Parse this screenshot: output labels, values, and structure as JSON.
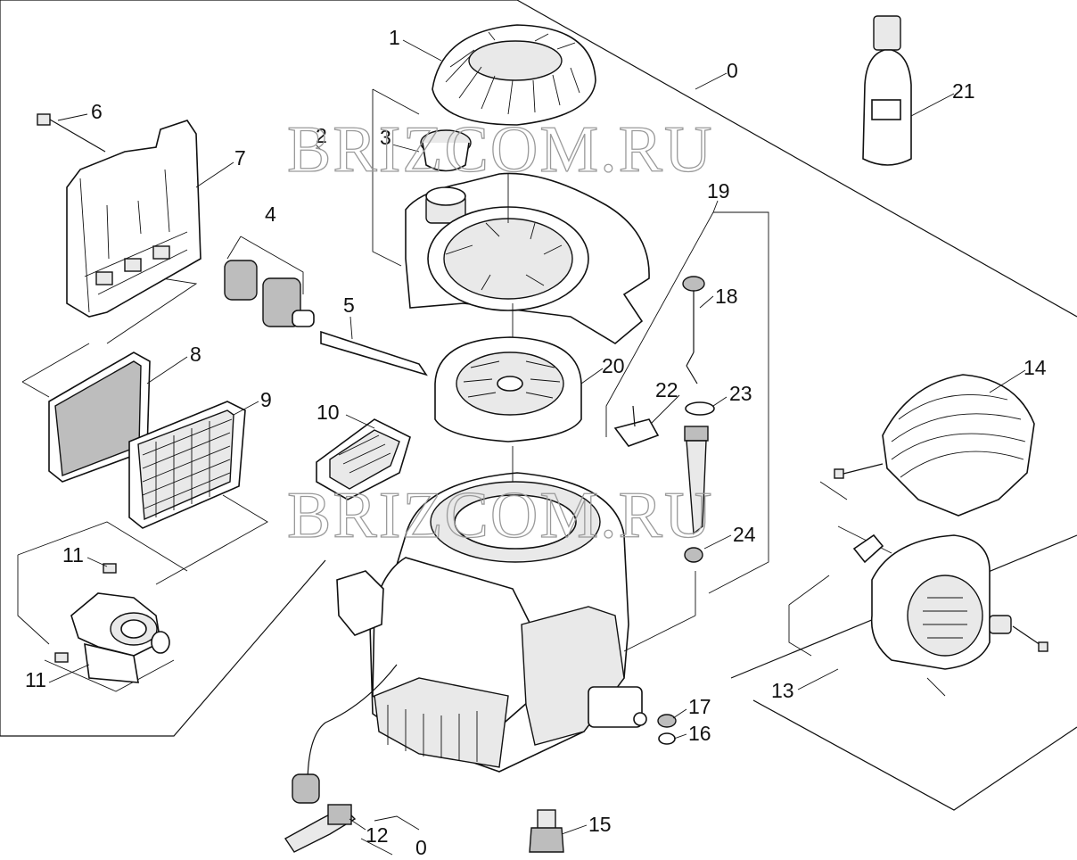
{
  "watermark": "BRIZCOM.RU",
  "callouts": [
    {
      "id": "1",
      "text": "1"
    },
    {
      "id": "0a",
      "text": "0"
    },
    {
      "id": "2",
      "text": "2"
    },
    {
      "id": "3",
      "text": "3"
    },
    {
      "id": "6",
      "text": "6"
    },
    {
      "id": "7",
      "text": "7"
    },
    {
      "id": "21",
      "text": "21"
    },
    {
      "id": "19",
      "text": "19"
    },
    {
      "id": "4",
      "text": "4"
    },
    {
      "id": "18",
      "text": "18"
    },
    {
      "id": "5",
      "text": "5"
    },
    {
      "id": "8",
      "text": "8"
    },
    {
      "id": "20",
      "text": "20"
    },
    {
      "id": "14",
      "text": "14"
    },
    {
      "id": "9",
      "text": "9"
    },
    {
      "id": "22",
      "text": "22"
    },
    {
      "id": "23",
      "text": "23"
    },
    {
      "id": "10",
      "text": "10"
    },
    {
      "id": "24",
      "text": "24"
    },
    {
      "id": "11a",
      "text": "11"
    },
    {
      "id": "11b",
      "text": "11"
    },
    {
      "id": "13",
      "text": "13"
    },
    {
      "id": "17",
      "text": "17"
    },
    {
      "id": "16",
      "text": "16"
    },
    {
      "id": "15",
      "text": "15"
    },
    {
      "id": "12",
      "text": "12"
    },
    {
      "id": "0b",
      "text": "0"
    }
  ]
}
